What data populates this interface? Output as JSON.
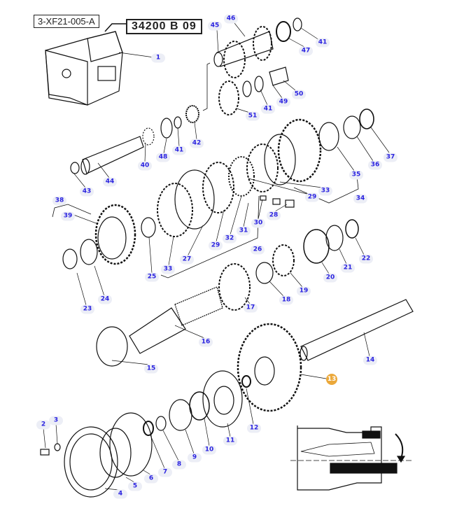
{
  "header": {
    "drawing_ref": "3-XF21-005-A",
    "assembly_code": "34200 B 09"
  },
  "highlight_color": "#eba83a",
  "callouts": [
    "1",
    "2",
    "3",
    "4",
    "5",
    "6",
    "7",
    "8",
    "9",
    "10",
    "11",
    "12",
    "13",
    "14",
    "15",
    "16",
    "17",
    "18",
    "19",
    "20",
    "21",
    "22",
    "23",
    "24",
    "25",
    "26",
    "27",
    "28",
    "29",
    "29",
    "30",
    "31",
    "32",
    "33",
    "33",
    "34",
    "35",
    "36",
    "37",
    "38",
    "39",
    "40",
    "41",
    "41",
    "41",
    "42",
    "43",
    "44",
    "45",
    "46",
    "47",
    "48",
    "49",
    "50",
    "51"
  ]
}
